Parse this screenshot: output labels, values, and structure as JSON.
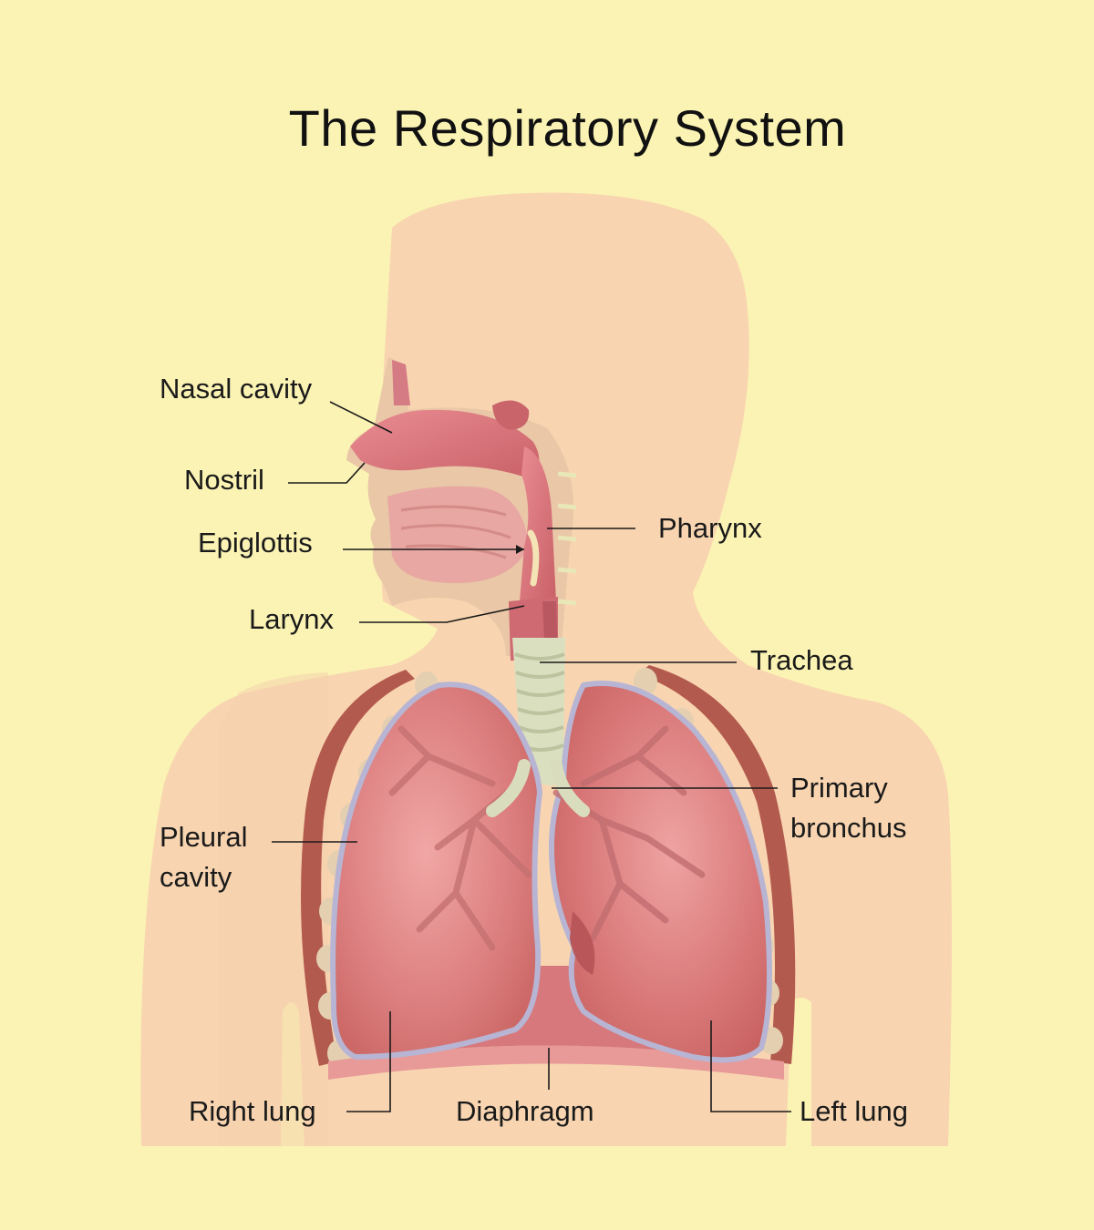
{
  "title": "The Respiratory System",
  "labels": {
    "nasal_cavity": "Nasal cavity",
    "nostril": "Nostril",
    "epiglottis": "Epiglottis",
    "larynx": "Larynx",
    "pharynx": "Pharynx",
    "trachea": "Trachea",
    "primary_bronchus_1": "Primary",
    "primary_bronchus_2": "bronchus",
    "pleural_cavity_1": "Pleural",
    "pleural_cavity_2": "cavity",
    "right_lung": "Right lung",
    "diaphragm": "Diaphragm",
    "left_lung": "Left lung"
  },
  "colors": {
    "background": "#fbf3b4",
    "body_silhouette": "#f8d5b0",
    "lung": "#d9787a",
    "lung_outline": "#b7b5d3",
    "trachea": "#d9ddbd",
    "rib": "#b35a4e",
    "airway": "#d46c73"
  }
}
